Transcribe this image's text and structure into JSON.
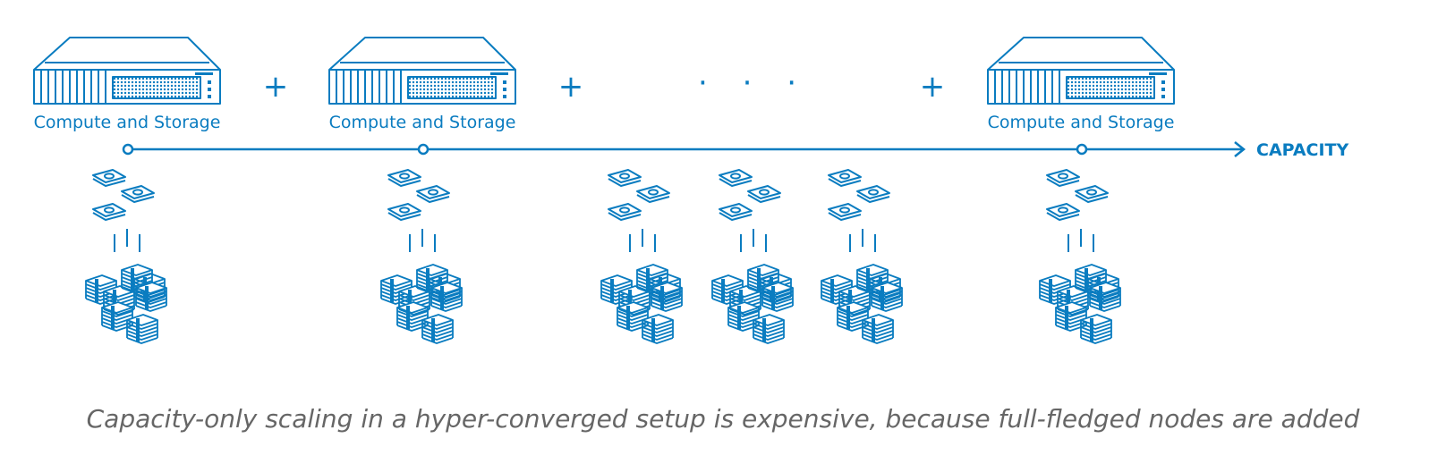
{
  "colors": {
    "accent": "#0a7cc0",
    "caption": "#666666",
    "background": "#ffffff"
  },
  "nodes": [
    {
      "label": "Compute and Storage",
      "icon": "server-icon"
    },
    {
      "label": "Compute and Storage",
      "icon": "server-icon"
    },
    {
      "label": "Compute and Storage",
      "icon": "server-icon"
    }
  ],
  "operators": {
    "plus": "+",
    "ellipsis": "· · ·"
  },
  "axis": {
    "label": "CAPACITY"
  },
  "money_groups": 6,
  "caption": "Capacity-only scaling in a hyper-converged setup is expensive, because full-fledged nodes are added"
}
